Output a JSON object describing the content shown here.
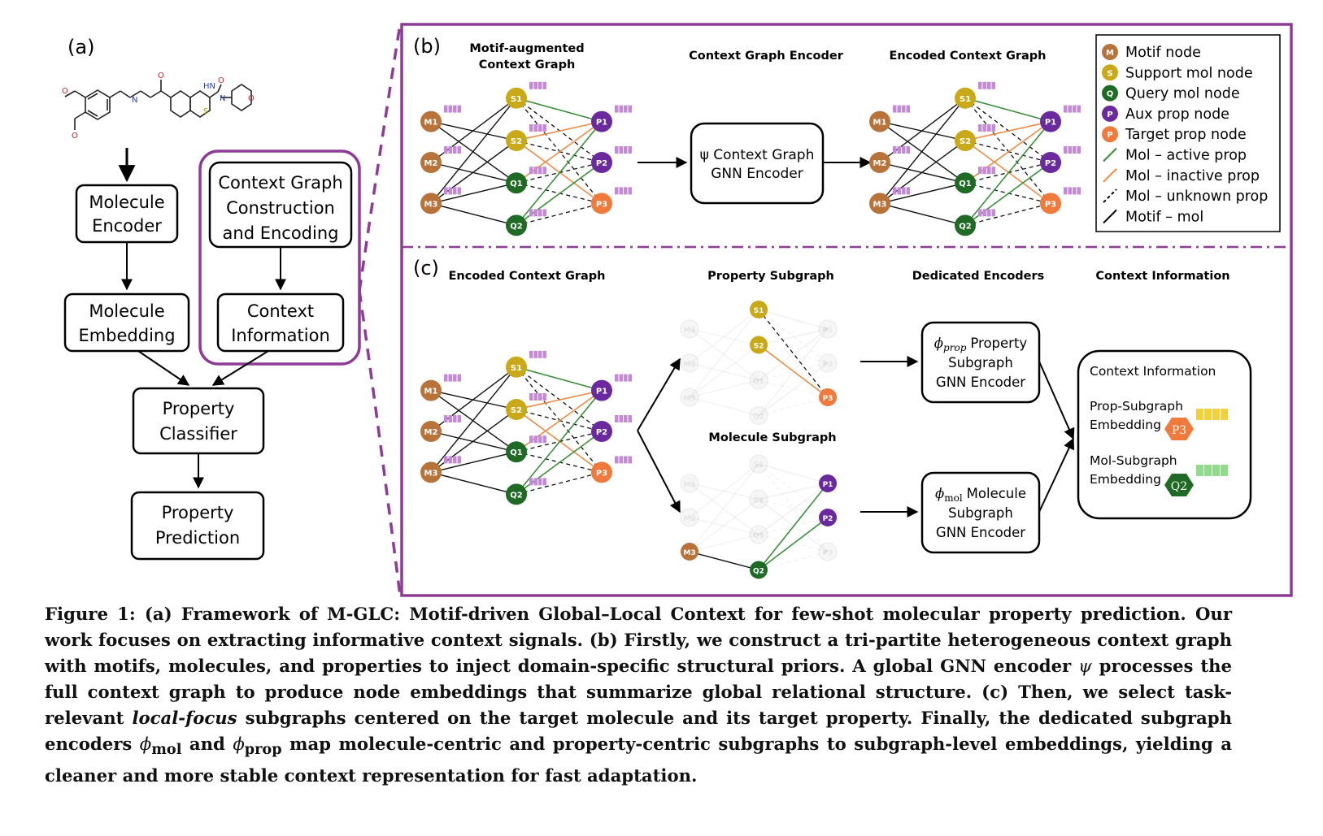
{
  "panel_a": {
    "label": "(a)",
    "boxes": {
      "molecule_encoder": [
        "Molecule",
        "Encoder"
      ],
      "molecule_embedding": [
        "Molecule",
        "Embedding"
      ],
      "context_construction": [
        "Context Graph",
        "Construction",
        "and Encoding"
      ],
      "context_information": [
        "Context",
        "Information"
      ],
      "property_classifier": [
        "Property",
        "Classifier"
      ],
      "property_prediction": [
        "Property",
        "Prediction"
      ]
    },
    "molecule_atoms": [
      "O",
      "O",
      "H",
      "N",
      "O",
      "HN",
      "S",
      "O",
      "N",
      "O"
    ]
  },
  "panel_b": {
    "label": "(b)",
    "title_left": [
      "Motif-augmented",
      "Context Graph"
    ],
    "title_mid": "Context Graph Encoder",
    "title_right": "Encoded Context Graph",
    "encoder_box": [
      "ψ Context Graph",
      "GNN Encoder"
    ]
  },
  "panel_c": {
    "label": "(c)",
    "title_encoded": "Encoded Context Graph",
    "title_property_subgraph": "Property Subgraph",
    "title_molecule_subgraph": "Molecule Subgraph",
    "title_dedicated": "Dedicated Encoders",
    "title_context": "Context Information",
    "prop_encoder": {
      "symbol": "ϕ",
      "sub": "prop",
      "lines": [
        "Property",
        "Subgraph",
        "GNN Encoder"
      ]
    },
    "mol_encoder": {
      "symbol": "ϕ",
      "sub": "mol",
      "lines": [
        "Molecule",
        "Subgraph",
        "GNN Encoder"
      ]
    },
    "context_box": {
      "title": "Context Information",
      "prop_label": [
        "Prop-Subgraph",
        "Embedding"
      ],
      "prop_node": "P3",
      "mol_label": [
        "Mol-Subgraph",
        "Embedding"
      ],
      "mol_node": "Q2"
    }
  },
  "legend": [
    {
      "kind": "node",
      "glyph": "M",
      "label": "Motif node",
      "color": "#b8733a"
    },
    {
      "kind": "node",
      "glyph": "S",
      "label": "Support mol node",
      "color": "#c9a917"
    },
    {
      "kind": "node",
      "glyph": "Q",
      "label": "Query mol node",
      "color": "#1f6b25"
    },
    {
      "kind": "node",
      "glyph": "P",
      "label": "Aux prop node",
      "color": "#6a2a9e"
    },
    {
      "kind": "node",
      "glyph": "P",
      "label": "Target prop node",
      "color": "#ef7a3c"
    },
    {
      "kind": "edge",
      "style": "green",
      "label": "Mol – active prop",
      "color": "#3a8f3a"
    },
    {
      "kind": "edge",
      "style": "orange",
      "label": "Mol – inactive prop",
      "color": "#ef8a45"
    },
    {
      "kind": "edge",
      "style": "dashed",
      "label": "Mol – unknown prop",
      "color": "#000000"
    },
    {
      "kind": "edge",
      "style": "solid",
      "label": "Motif – mol",
      "color": "#000000"
    }
  ],
  "graph": {
    "nodes": [
      {
        "id": "M1",
        "type": "motif"
      },
      {
        "id": "M2",
        "type": "motif"
      },
      {
        "id": "M3",
        "type": "motif"
      },
      {
        "id": "S1",
        "type": "support"
      },
      {
        "id": "S2",
        "type": "support"
      },
      {
        "id": "Q1",
        "type": "query"
      },
      {
        "id": "Q2",
        "type": "query"
      },
      {
        "id": "P1",
        "type": "aux"
      },
      {
        "id": "P2",
        "type": "aux"
      },
      {
        "id": "P3",
        "type": "target"
      }
    ],
    "edges": [
      [
        "M1",
        "S2",
        "motif"
      ],
      [
        "M1",
        "Q1",
        "motif"
      ],
      [
        "M2",
        "S1",
        "motif"
      ],
      [
        "M2",
        "Q1",
        "motif"
      ],
      [
        "M3",
        "S1",
        "motif"
      ],
      [
        "M3",
        "S2",
        "motif"
      ],
      [
        "M3",
        "Q1",
        "motif"
      ],
      [
        "M3",
        "Q2",
        "motif"
      ],
      [
        "S1",
        "P1",
        "active"
      ],
      [
        "S1",
        "P2",
        "unknown"
      ],
      [
        "S1",
        "P3",
        "unknown"
      ],
      [
        "S2",
        "P1",
        "inactive"
      ],
      [
        "S2",
        "P2",
        "unknown"
      ],
      [
        "S2",
        "P3",
        "inactive"
      ],
      [
        "Q1",
        "P1",
        "inactive"
      ],
      [
        "Q1",
        "P2",
        "unknown"
      ],
      [
        "Q1",
        "P3",
        "unknown"
      ],
      [
        "Q2",
        "P1",
        "active"
      ],
      [
        "Q2",
        "P2",
        "active"
      ],
      [
        "Q2",
        "P3",
        "unknown"
      ]
    ]
  },
  "colors": {
    "frame": "#8e3a97",
    "motif": "#b8733a",
    "support": "#c9a917",
    "query": "#1f6b25",
    "aux": "#6a2a9e",
    "target": "#ef7a3c",
    "embed": "#c58ad6",
    "active": "#3a8f3a",
    "inactive": "#ef8a45",
    "prop_emb": "#f2d23a",
    "mol_emb": "#8fdc8a"
  },
  "caption": [
    {
      "t": "Figure 1: (a) Framework of M-GLC: Motif-driven Global–Local Context for few-shot molecular property prediction. Our work focuses on extracting informative context signals. (b) Firstly, we construct a tri-partite heterogeneous context graph with motifs, molecules, and properties to inject domain-specific structural priors. A global GNN encoder "
    },
    {
      "t": "ψ",
      "s": "sym"
    },
    {
      "t": " processes the full context graph to produce node embeddings that summarize global relational structure. (c) Then, we select task-relevant "
    },
    {
      "t": "local-focus",
      "s": "i"
    },
    {
      "t": " subgraphs centered on the target molecule and its target property. Finally, the dedicated subgraph encoders "
    },
    {
      "t": "ϕ",
      "s": "sym"
    },
    {
      "t": "mol",
      "s": "sub"
    },
    {
      "t": " and "
    },
    {
      "t": "ϕ",
      "s": "sym"
    },
    {
      "t": "prop",
      "s": "sub"
    },
    {
      "t": " map molecule-centric and property-centric subgraphs to subgraph-level embeddings, yielding a cleaner and more stable context representation for fast adaptation."
    }
  ]
}
